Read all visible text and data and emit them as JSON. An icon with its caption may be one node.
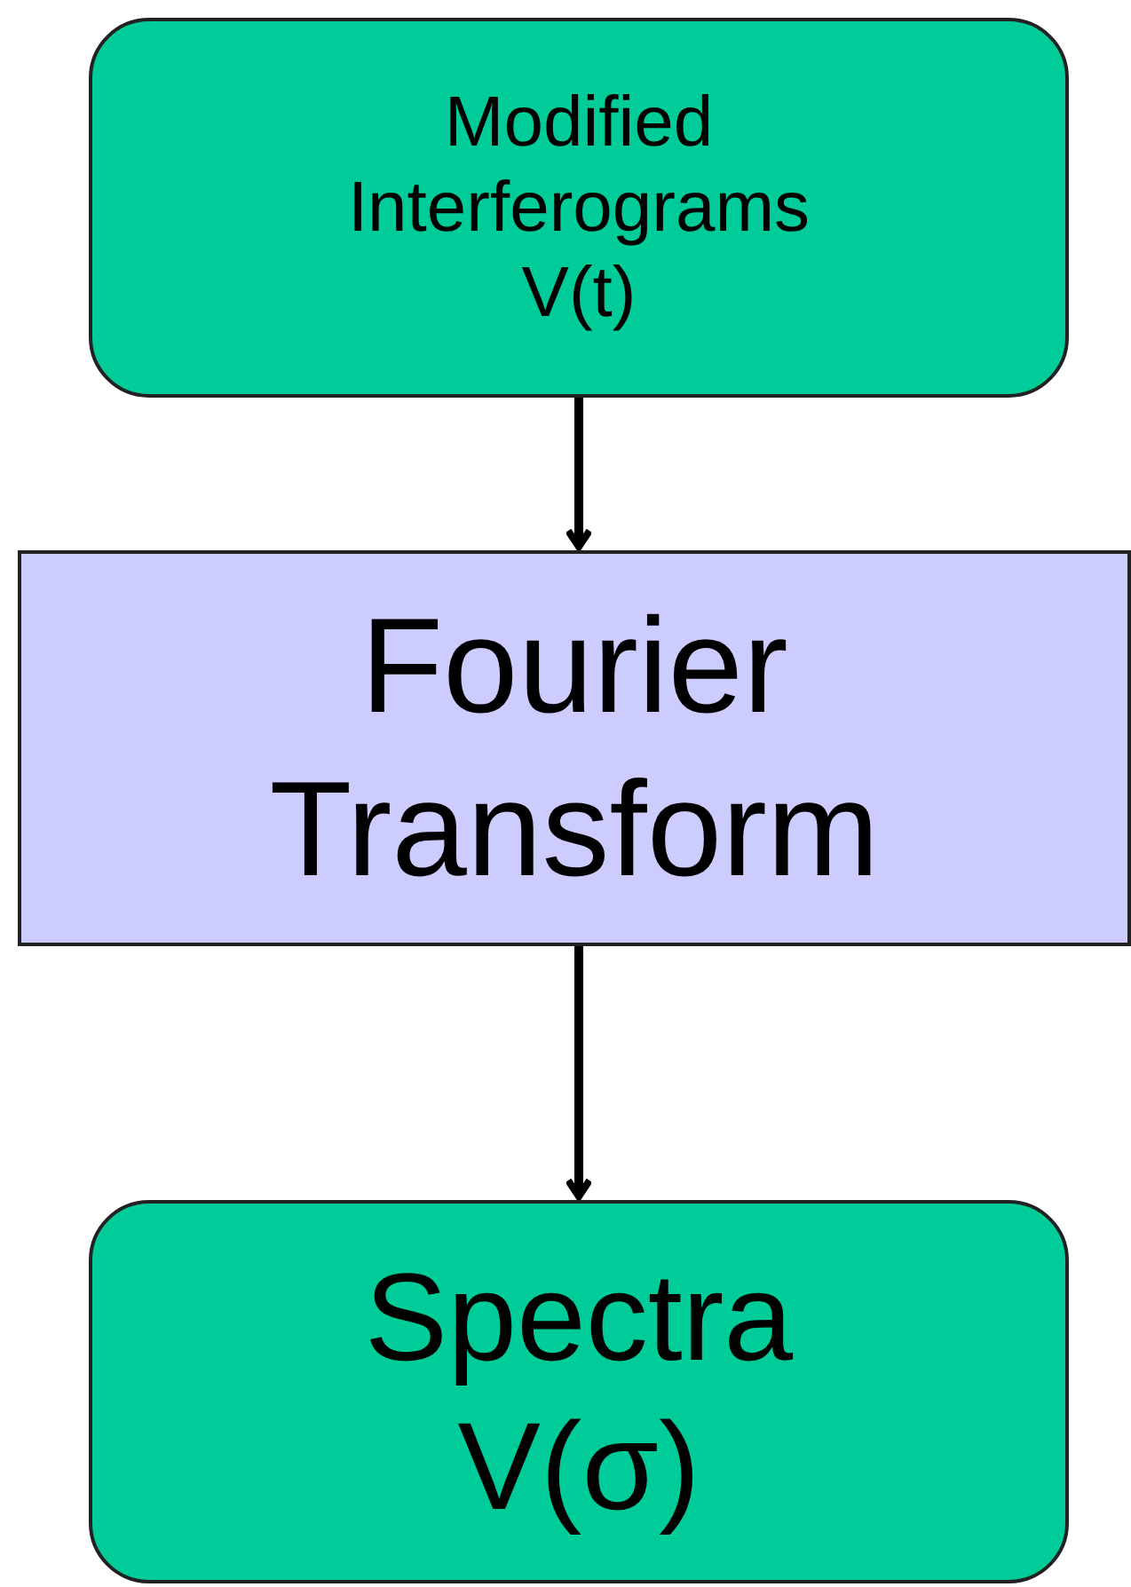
{
  "diagram": {
    "nodes": [
      {
        "text": [
          "Modified Interferograms V(t)"
        ]
      },
      {
        "text": [
          "Fourier Transform"
        ]
      },
      {
        "text": [
          "Spectra V(σ)"
        ]
      }
    ],
    "edges": [
      {
        "from": 0,
        "to": 1,
        "arrow": "to"
      },
      {
        "from": 1,
        "to": 2,
        "arrow": "to"
      }
    ]
  }
}
